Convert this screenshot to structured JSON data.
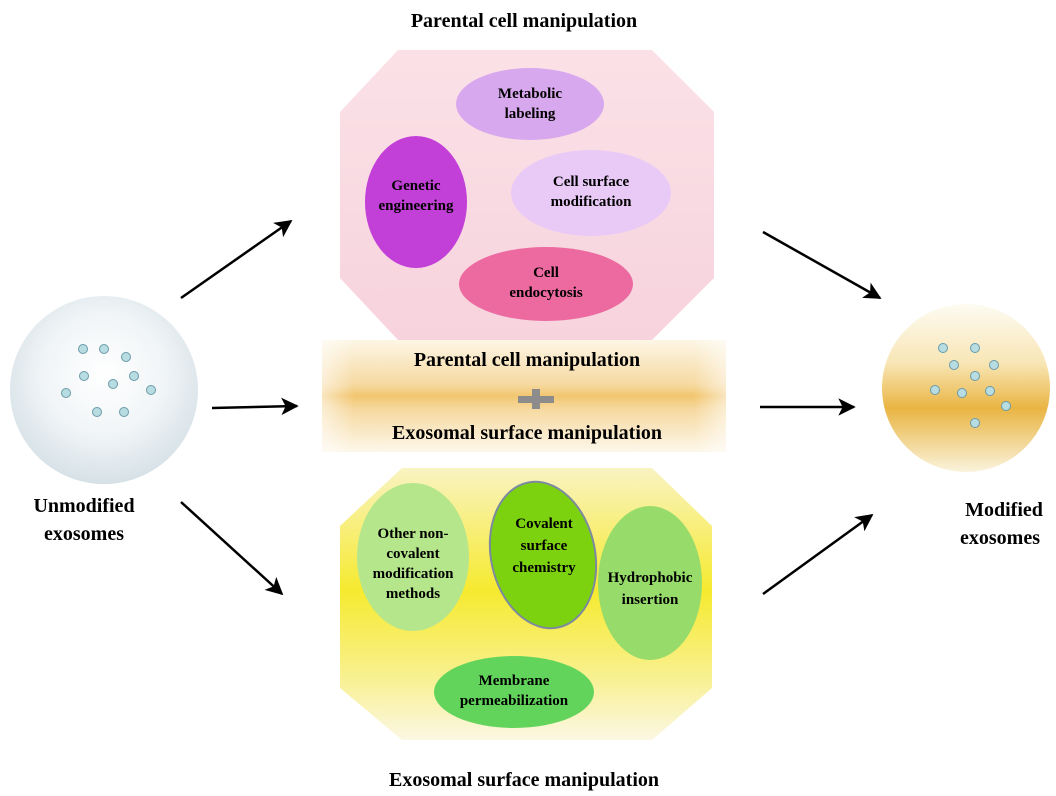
{
  "top_title": "Parental cell manipulation",
  "bottom_title": "Exosomal surface manipulation",
  "left_node": {
    "line1": "Unmodified",
    "line2": "exosomes"
  },
  "right_node": {
    "line1": "Modified",
    "line2": "exosomes"
  },
  "middle_band": {
    "line1": "Parental cell manipulation",
    "plus": "+",
    "line2": "Exosomal surface manipulation"
  },
  "parental_methods": [
    {
      "lines": [
        "Metabolic",
        "labeling"
      ],
      "color": "#d8a8ee"
    },
    {
      "lines": [
        "Genetic",
        "engineering"
      ],
      "color": "#c23fd8"
    },
    {
      "lines": [
        "Cell surface",
        "modification"
      ],
      "color": "#e9caf7"
    },
    {
      "lines": [
        "Cell",
        "endocytosis"
      ],
      "color": "#ec6aa0"
    }
  ],
  "surface_methods": [
    {
      "lines": [
        "Other non-",
        "covalent",
        "modification",
        "methods"
      ],
      "color": "#b5e68c"
    },
    {
      "lines": [
        "Covalent",
        "surface",
        "chemistry"
      ],
      "color": "#7dd20f"
    },
    {
      "lines": [
        "Hydrophobic",
        "insertion"
      ],
      "color": "#97dc6a"
    },
    {
      "lines": [
        "Membrane",
        "permeabilization"
      ],
      "color": "#62d45c"
    }
  ],
  "colors": {
    "parental_panel": "#f9dce4",
    "surface_panel": "#f5ea3a",
    "band": "#f4c36b",
    "vesicle": "#b7dde3",
    "unmodified_node": "#d9e4ea",
    "modified_node": "#f0c55a"
  }
}
